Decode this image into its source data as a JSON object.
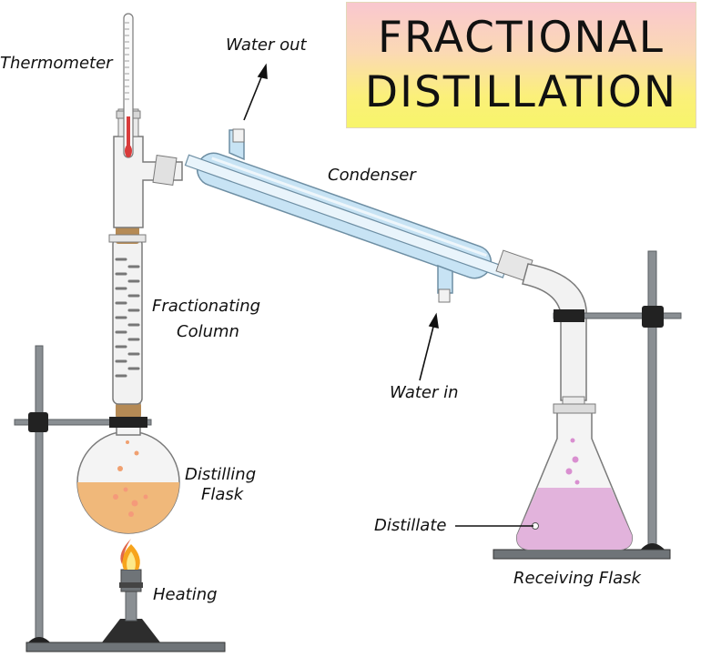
{
  "title": {
    "line1": "FRACTIONAL",
    "line2": "DISTILLATION"
  },
  "labels": {
    "thermometer": "Thermometer",
    "water_out": "Water out",
    "condenser": "Condenser",
    "fractionating_column_1": "Fractionating",
    "fractionating_column_2": "Column",
    "water_in": "Water in",
    "distilling_flask_1": "Distilling",
    "distilling_flask_2": "Flask",
    "distillate": "Distillate",
    "heating": "Heating",
    "receiving_flask": "Receiving Flask"
  },
  "colors": {
    "liquid_orange": "#f0b87a",
    "distillate_pink": "#e2b3dc",
    "condenser_blue": "#c7e3f4",
    "glass": "#f2f2f2",
    "stand": "#8a8f93",
    "clamp": "#222222",
    "cork": "#b58a55",
    "thermo_red": "#d93b3b"
  }
}
